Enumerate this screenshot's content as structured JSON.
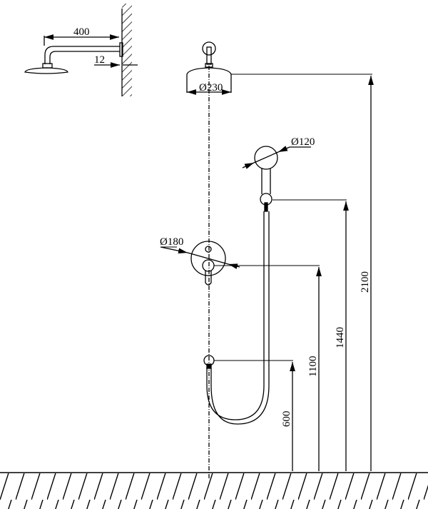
{
  "dimensions": {
    "arm_length": "400",
    "arm_offset": "12",
    "head_diameter": "Ø230",
    "hand_shower_diameter": "Ø120",
    "mixer_diameter": "Ø180",
    "head_height": "2100",
    "holder_height": "1440",
    "mixer_height": "1100",
    "outlet_height": "600"
  },
  "colors": {
    "line": "#000000",
    "background": "#ffffff"
  }
}
